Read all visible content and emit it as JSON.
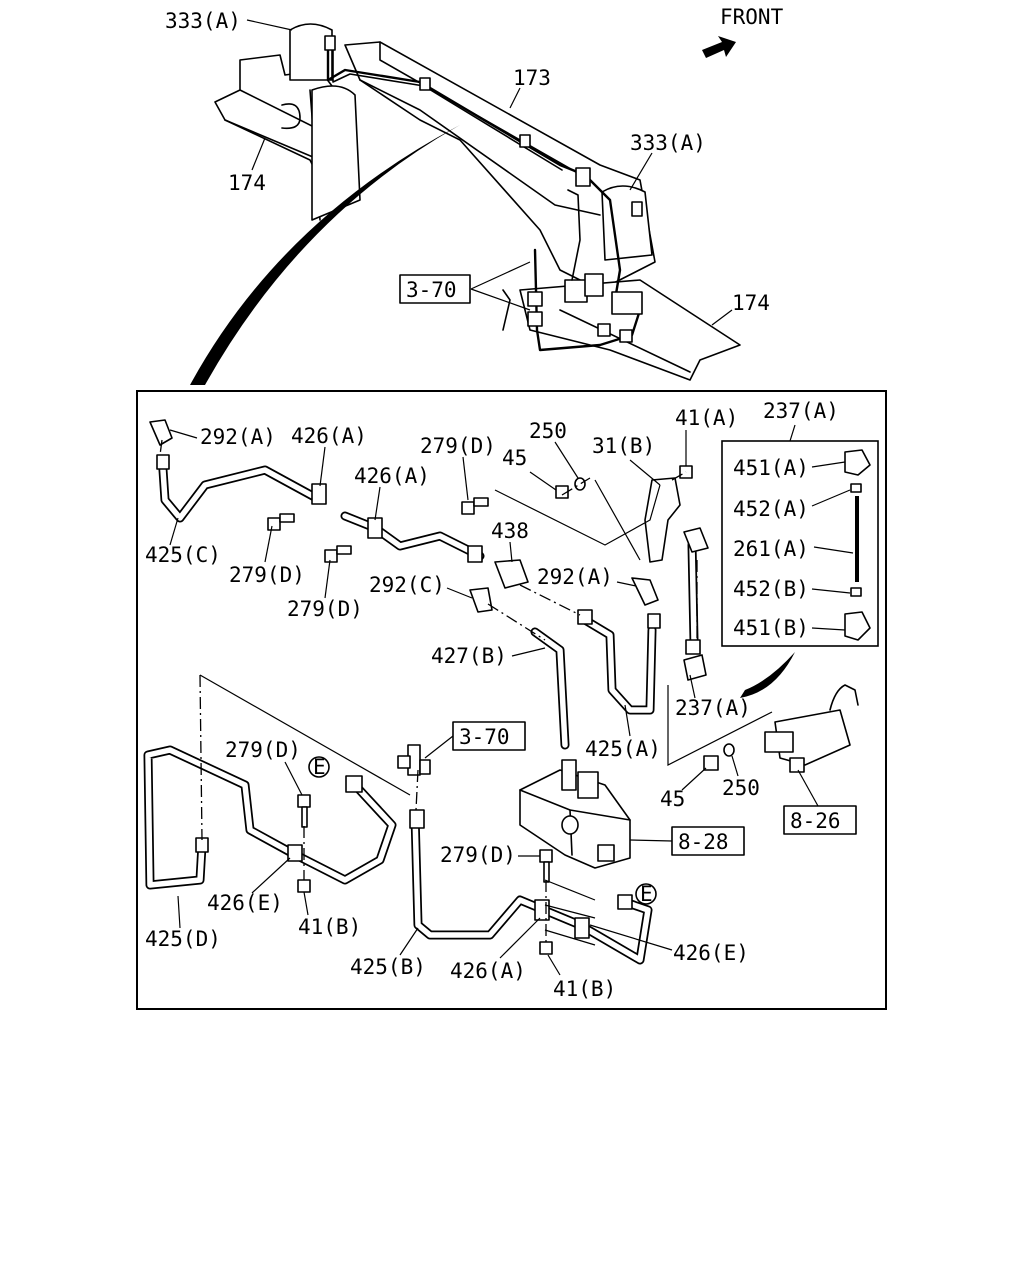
{
  "front_label": "FRONT",
  "refs": {
    "ref_3_70": "3-70",
    "ref_8_28": "8-28",
    "ref_8_26": "8-26"
  },
  "marker_e": "E",
  "top_parts": {
    "p333a_1": "333(A)",
    "p333a_2": "333(A)",
    "p173": "173",
    "p174_1": "174",
    "p174_2": "174"
  },
  "detail_parts": {
    "p292a_1": "292(A)",
    "p426a_1": "426(A)",
    "p426a_2": "426(A)",
    "p279d_1": "279(D)",
    "p279d_2": "279(D)",
    "p279d_3": "279(D)",
    "p279d_4": "279(D)",
    "p279d_5": "279(D)",
    "p250_1": "250",
    "p45_1": "45",
    "p31b": "31(B)",
    "p41a": "41(A)",
    "p237a_1": "237(A)",
    "p237a_2": "237(A)",
    "p438": "438",
    "p292c": "292(C)",
    "p292a_2": "292(A)",
    "p425c": "425(C)",
    "p427b": "427(B)",
    "p425a": "425(A)",
    "p451a": "451(A)",
    "p452a": "452(A)",
    "p261a": "261(A)",
    "p452b": "452(B)",
    "p451b": "451(B)",
    "p45_2": "45",
    "p250_2": "250",
    "p426e_1": "426(E)",
    "p426e_2": "426(E)",
    "p41b_1": "41(B)",
    "p41b_2": "41(B)",
    "p425d": "425(D)",
    "p425b": "425(B)",
    "p426a_3": "426(A)"
  }
}
